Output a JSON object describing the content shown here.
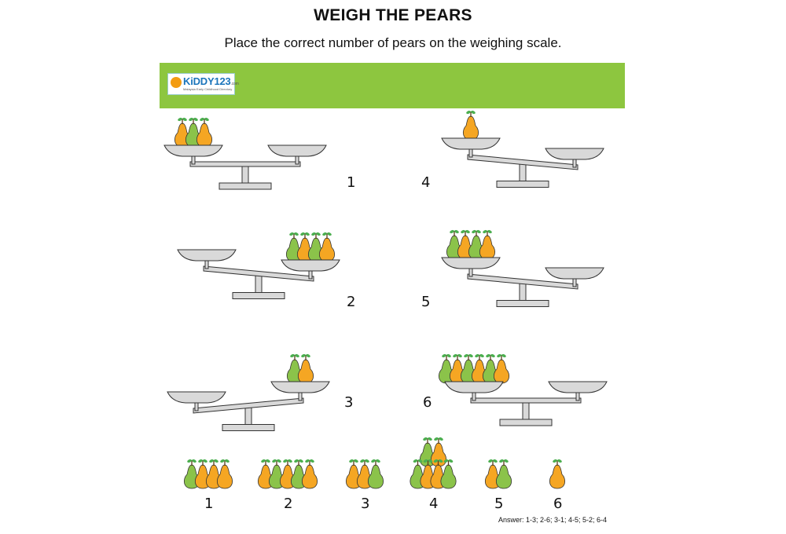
{
  "worksheet": {
    "title": "WEIGH THE PEARS",
    "instruction": "Place the correct number of pears on the weighing scale."
  },
  "brand": {
    "name": "KiDDY123",
    "domain": ".com",
    "tagline": "Malaysia Early Childhood Directory",
    "banner_color": "#8dc63f"
  },
  "colors": {
    "pear_green": "#8bc34a",
    "pear_orange": "#f5a623",
    "stem": "#5a3e1b",
    "leaf": "#4caf50",
    "scale_fill": "#d9d9d9",
    "scale_stroke": "#333333"
  },
  "scales": [
    {
      "label": "1",
      "tilt": "level",
      "left_pan": [
        "orange",
        "green",
        "orange"
      ],
      "right_pan": []
    },
    {
      "label": "2",
      "tilt": "right-down",
      "left_pan": [],
      "right_pan": [
        "green",
        "orange",
        "green",
        "orange"
      ]
    },
    {
      "label": "3",
      "tilt": "left-down",
      "left_pan": [],
      "right_pan": [
        "green",
        "orange"
      ]
    },
    {
      "label": "4",
      "tilt": "right-down",
      "left_pan": [
        "orange"
      ],
      "right_pan": []
    },
    {
      "label": "5",
      "tilt": "right-down",
      "left_pan": [
        "green",
        "orange",
        "green",
        "orange"
      ],
      "right_pan": []
    },
    {
      "label": "6",
      "tilt": "level",
      "left_pan": [
        "green",
        "orange",
        "green",
        "orange",
        "green",
        "orange"
      ],
      "right_pan": []
    }
  ],
  "groups": [
    {
      "label": "1",
      "pears": [
        "green",
        "orange",
        "orange",
        "orange"
      ]
    },
    {
      "label": "2",
      "pears": [
        "orange",
        "green",
        "orange",
        "green",
        "orange"
      ]
    },
    {
      "label": "3",
      "pears": [
        "orange",
        "orange",
        "green"
      ]
    },
    {
      "label": "4",
      "pears": [
        "green",
        "orange",
        "green",
        "orange",
        "orange",
        "green"
      ]
    },
    {
      "label": "5",
      "pears": [
        "orange",
        "green"
      ]
    },
    {
      "label": "6",
      "pears": [
        "orange"
      ]
    }
  ],
  "answer_key": "Answer: 1-3; 2-6; 3-1; 4-5; 5-2; 6-4"
}
